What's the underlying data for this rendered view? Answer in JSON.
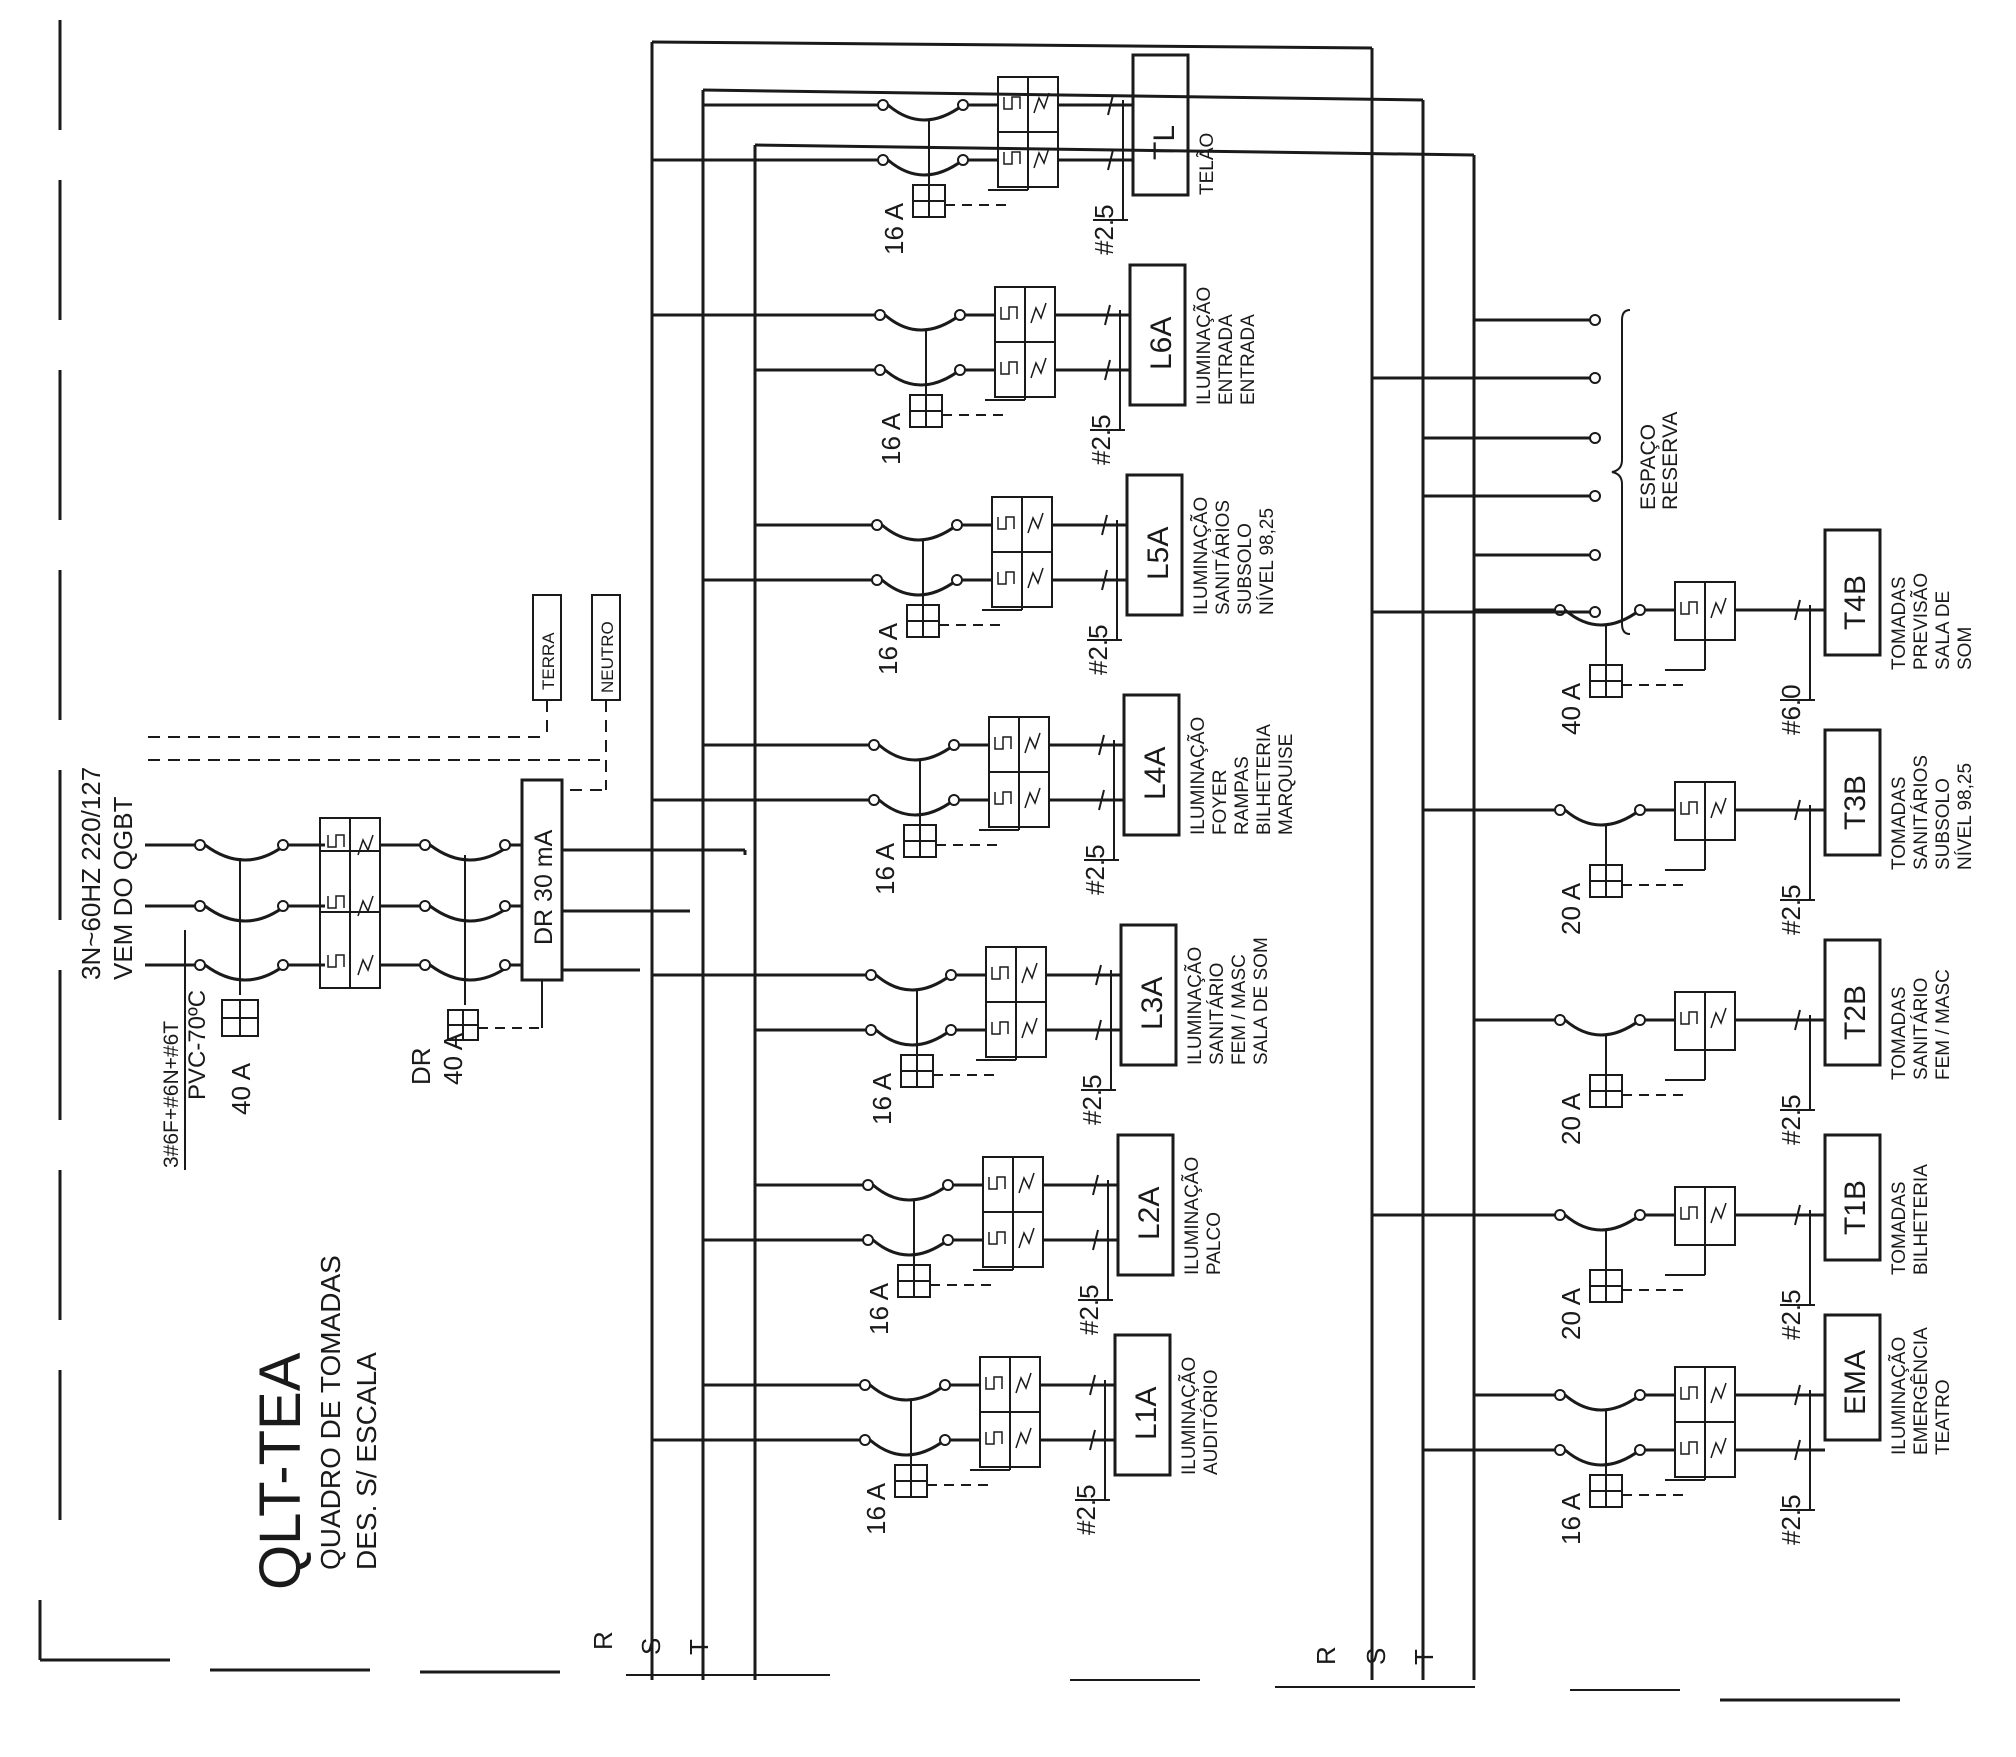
{
  "title": "QLT-TEA",
  "subtitle": "QUADRO DE TOMADAS",
  "scale_note": "DES. S/ ESCALA",
  "supply": {
    "line1": "3N~60HZ 220/127",
    "line2": "VEM DO QGBT",
    "cable": "3#6F+#6N+#6T",
    "insulation": "PVC-70ºC",
    "main_breaker": "40 A",
    "dr_label": "DR",
    "dr_rating": "40 A",
    "dr_box": "DR 30 mA",
    "terra": "TERRA",
    "neutro": "NEUTRO"
  },
  "phases": [
    "R",
    "S",
    "T"
  ],
  "reserve_label": [
    "ESPAÇO",
    "RESERVA"
  ],
  "circuits_top": [
    {
      "id": "L1A",
      "breaker": "16 A",
      "cable": "#2.5",
      "desc": [
        "ILUMINAÇÃO",
        "AUDITÓRIO"
      ]
    },
    {
      "id": "L2A",
      "breaker": "16 A",
      "cable": "#2.5",
      "desc": [
        "ILUMINAÇÃO",
        "PALCO"
      ]
    },
    {
      "id": "L3A",
      "breaker": "16 A",
      "cable": "#2.5",
      "desc": [
        "ILUMINAÇÃO",
        "SANITÁRIO",
        "FEM / MASC",
        "SALA DE SOM"
      ]
    },
    {
      "id": "L4A",
      "breaker": "16 A",
      "cable": "#2.5",
      "desc": [
        "ILUMINAÇÃO",
        "FOYER",
        "RAMPAS",
        "BILHETERIA",
        "MARQUISE"
      ]
    },
    {
      "id": "L5A",
      "breaker": "16 A",
      "cable": "#2.5",
      "desc": [
        "ILUMINAÇÃO",
        "SANITÁRIOS",
        "SUBSOLO",
        "NÍVEL 98,25"
      ]
    },
    {
      "id": "L6A",
      "breaker": "16 A",
      "cable": "#2.5",
      "desc": [
        "ILUMINAÇÃO",
        "ENTRADA",
        "ENTRADA"
      ]
    },
    {
      "id": "TL",
      "breaker": "16 A",
      "cable": "#2.5",
      "desc": [
        "TELÃO"
      ]
    }
  ],
  "circuits_bottom": [
    {
      "id": "EMA",
      "breaker": "16 A",
      "cable": "#2.5",
      "desc": [
        "ILUMINAÇÃO",
        "EMERGÊNCIA",
        "TEATRO"
      ]
    },
    {
      "id": "T1B",
      "breaker": "20 A",
      "cable": "#2.5",
      "desc": [
        "TOMADAS",
        "BILHETERIA"
      ]
    },
    {
      "id": "T2B",
      "breaker": "20 A",
      "cable": "#2.5",
      "desc": [
        "TOMADAS",
        "SANITÁRIO",
        "FEM / MASC"
      ]
    },
    {
      "id": "T3B",
      "breaker": "20 A",
      "cable": "#2.5",
      "desc": [
        "TOMADAS",
        "SANITÁRIOS",
        "SUBSOLO",
        "NÍVEL 98,25"
      ]
    },
    {
      "id": "T4B",
      "breaker": "40 A",
      "cable": "#6.0",
      "desc": [
        "TOMADAS",
        "PREVISÃO",
        "SALA DE",
        "SOM"
      ]
    }
  ]
}
